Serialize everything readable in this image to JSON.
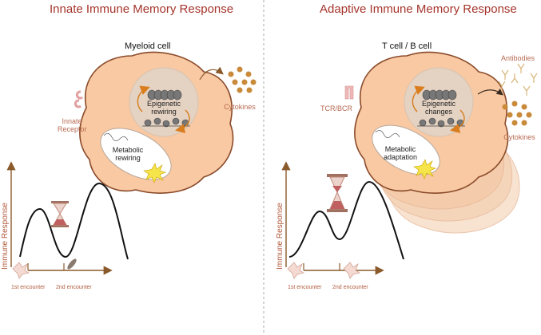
{
  "left": {
    "title": "Innate Immune Memory Response",
    "cell_label": "Myeloid cell",
    "receptor_label": "Innate\nReceptor",
    "nucleus_label": "Epigenetic\nrewiring",
    "mito_label": "Metabolic\nrewiring",
    "secreted_label": "Cytokines",
    "y_axis_label": "Immune Response",
    "encounter1": "1st encounter",
    "encounter2": "2nd encounter"
  },
  "right": {
    "title": "Adaptive Immune Memory Response",
    "cell_label": "T cell / B cell",
    "receptor_label": "TCR/BCR",
    "nucleus_label": "Epigenetic\nchanges",
    "mito_label": "Metabolic\nadaptation",
    "secreted_label_1": "Antibodies",
    "secreted_label_2": "Cytokines",
    "y_axis_label": "Immune Response",
    "encounter1": "1st encounter",
    "encounter2": "2nd encounter"
  },
  "colors": {
    "title": "#a5342b",
    "cell_fill": "#f8c9a3",
    "cell_stroke": "#8a4a2a",
    "arrow": "#8b5a2b",
    "accent_orange": "#d97d1f",
    "divider": "#aaaaaa"
  }
}
